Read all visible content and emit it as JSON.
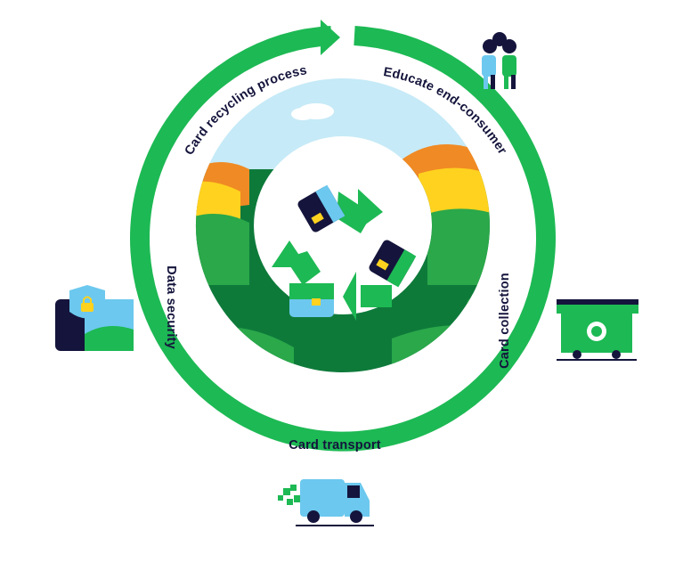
{
  "stages": [
    {
      "id": "card-recycling-process",
      "label": "Card recycling process",
      "icon": "recycling-arrow-icon"
    },
    {
      "id": "educate-end-consumer",
      "label": "Educate end-consumer",
      "icon": "people-icon"
    },
    {
      "id": "card-collection",
      "label": "Card collection",
      "icon": "recycling-bin-icon"
    },
    {
      "id": "card-transport",
      "label": "Card transport",
      "icon": "delivery-van-icon"
    },
    {
      "id": "data-security",
      "label": "Data security",
      "icon": "shield-lock-card-icon"
    }
  ],
  "center_icon": "recycling-symbol-with-cards-icon",
  "colors": {
    "ring_green": "#1db954",
    "dark_navy": "#14143c",
    "sky_blue": "#6cc8ee",
    "sky_light": "#c6eaf7",
    "orange": "#f08a24",
    "yellow": "#ffd21f",
    "forest_green": "#0e7a3a",
    "mid_green": "#2aa84a",
    "light_green": "#7dd36b"
  }
}
